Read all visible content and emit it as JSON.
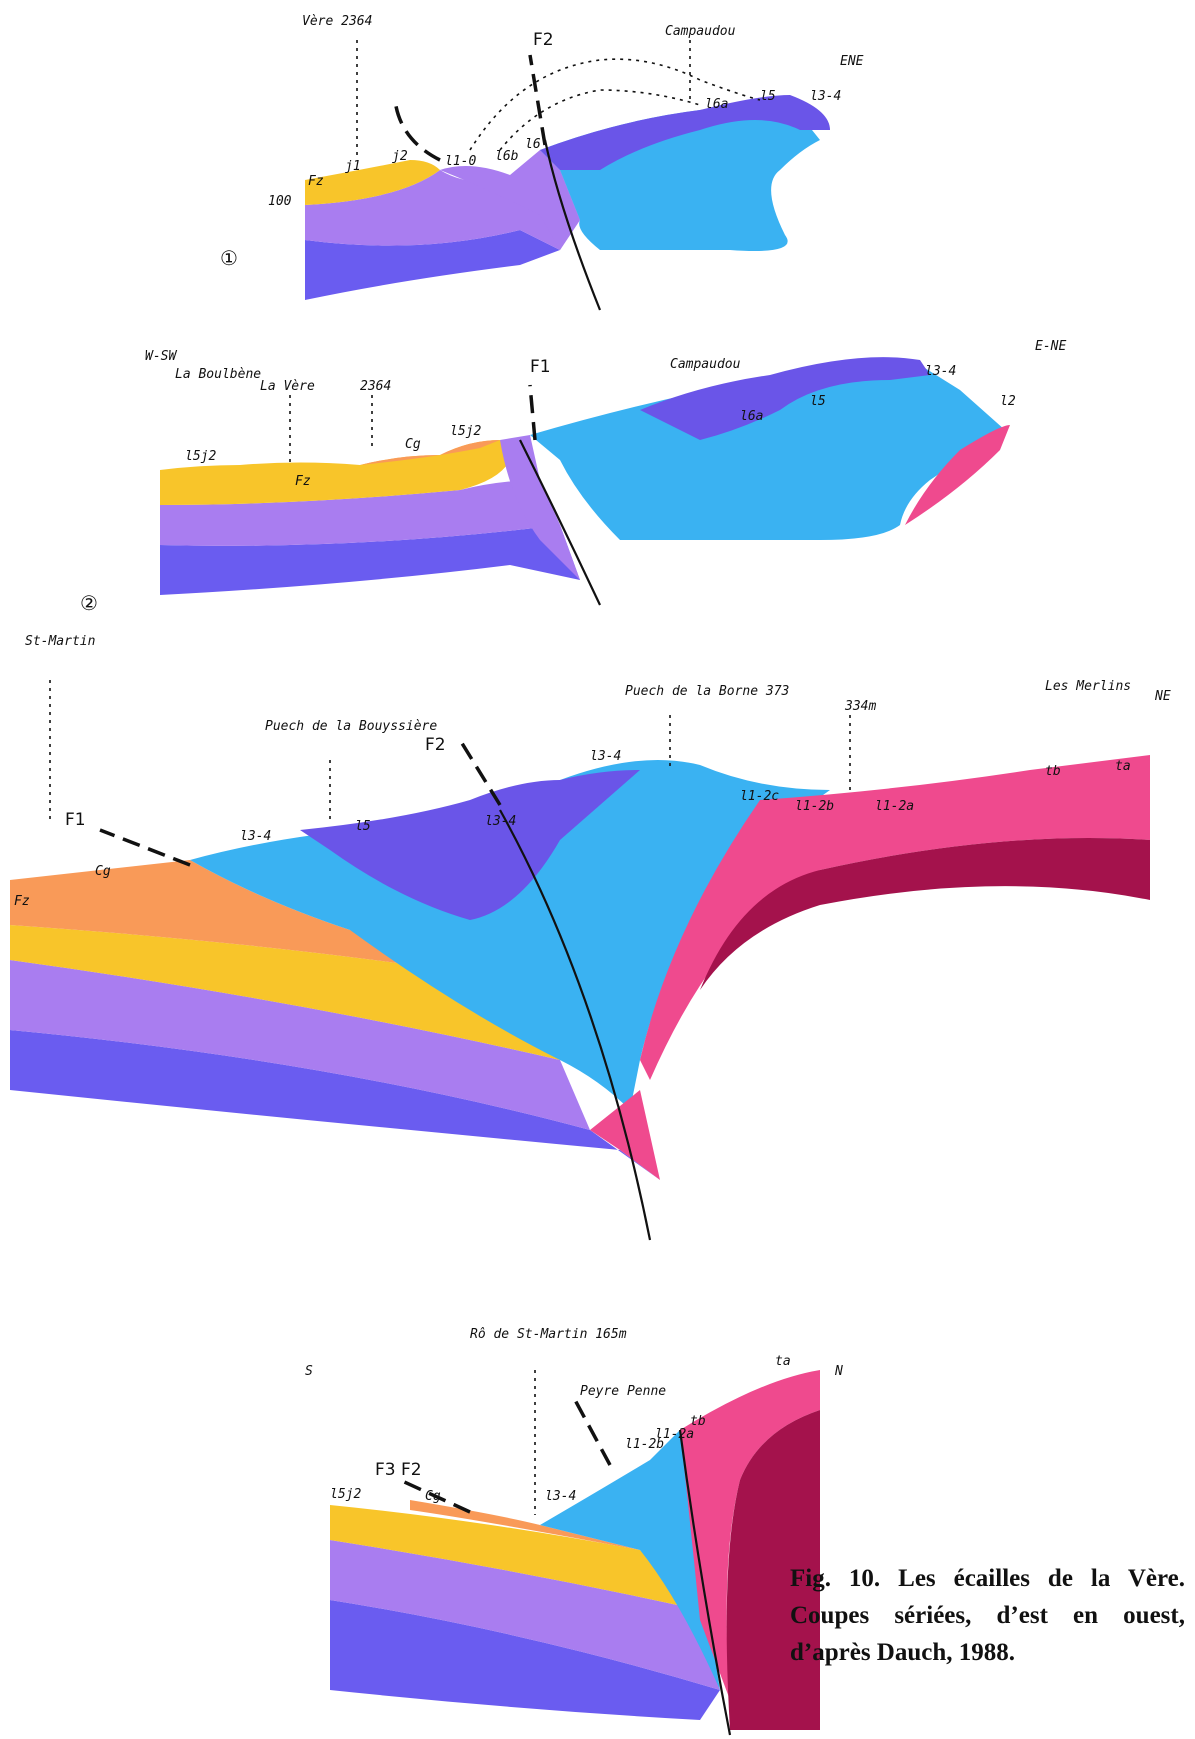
{
  "colors": {
    "violet_base": "#6a5cf0",
    "lilac": "#a97df0",
    "yellow": "#f8c52a",
    "orange": "#f99a58",
    "light_blue": "#3ab2f2",
    "dark_violet": "#6a55e8",
    "pink": "#ef4a8e",
    "crimson": "#a4124c"
  },
  "section1": {
    "number": "①",
    "labels": {
      "vere": "Vère 2364",
      "f2": "F2",
      "campaudou": "Campaudou",
      "ene": "ENE",
      "alt100": "100",
      "fz": "Fz",
      "j1": "j1",
      "j2": "j2",
      "l10": "l1-0",
      "l6b": "l6b",
      "l6": "l6",
      "l6a": "l6a",
      "l5": "l5",
      "l34": "l3-4"
    }
  },
  "section2": {
    "number": "②",
    "labels": {
      "wssw": "W-SW",
      "boulbene": "La Boulbène",
      "lavere": "La Vère",
      "alt": "2364",
      "f1": "F1",
      "campaudou": "Campaudou",
      "ene": "E-NE",
      "l5j2": "l5j2",
      "fz": "Fz",
      "cg": "Cg",
      "l5j2b": "l5j2",
      "l6a": "l6a",
      "l5": "l5",
      "l34": "l3-4",
      "l2": "l2"
    }
  },
  "section3": {
    "labels": {
      "stmartin": "St-Martin",
      "f1": "F1",
      "cg": "Cg",
      "fz": "Fz",
      "bouyssiere": "Puech de la Bouyssière",
      "f2": "F2",
      "l34a": "l3-4",
      "l5": "l5",
      "l34b": "l3-4",
      "puechborne": "Puech de la Borne 373",
      "l34c": "l3-4",
      "alt": "334m",
      "l12c": "l1-2c",
      "l12b": "l1-2b",
      "l12a": "l1-2a",
      "merlins": "Les Merlins",
      "ne": "NE",
      "tb": "tb",
      "ta": "ta"
    }
  },
  "section4": {
    "labels": {
      "s": "S",
      "n": "N",
      "roc": "Rô de St-Martin 165m",
      "peyre": "Peyre Penne",
      "f3f2": "F3 F2",
      "l5j2": "l5j2",
      "cg": "Cg",
      "l34": "l3-4",
      "l12b": "l1-2b",
      "l12a": "l1-2a",
      "tb": "tb",
      "ta": "ta"
    }
  },
  "caption": "Fig. 10. Les écailles de la Vère. Coupes sériées, d’est en ouest, d’après Dauch, 1988."
}
